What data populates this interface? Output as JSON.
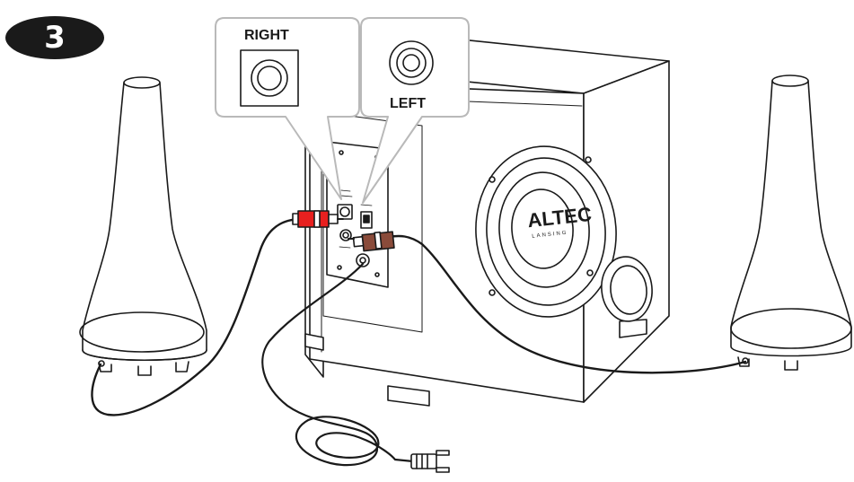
{
  "step": {
    "number": "3"
  },
  "callouts": {
    "right_label": "RIGHT",
    "left_label": "LEFT"
  },
  "subwoofer": {
    "brand": "ALTEC",
    "brand_sub": "LANSING"
  },
  "colors": {
    "right_plug": "#e8201f",
    "left_plug": "#8a4b3a",
    "outline": "#1a1a1a",
    "callout_border": "#b9b9b9",
    "badge": "#1a1a1a"
  }
}
